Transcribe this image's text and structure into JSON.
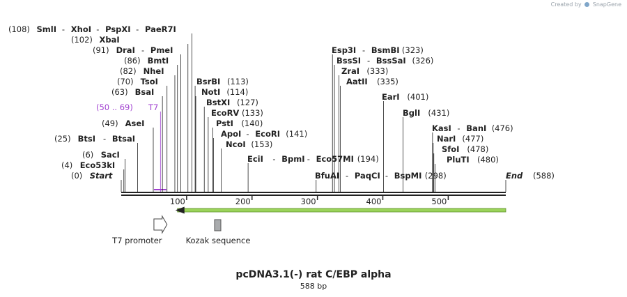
{
  "credit": "Created by",
  "credit_brand": "SnapGene",
  "title": "pcDNA3.1(-) rat C/EBP alpha",
  "length_label": "588 bp",
  "sequence_length": 588,
  "ticks": [
    100,
    200,
    300,
    400,
    500
  ],
  "left_labels": [
    {
      "pos": "(108)",
      "names": [
        "SmlI",
        "XhoI",
        "PspXI",
        "PaeR7I"
      ],
      "site": 108
    },
    {
      "pos": "(102)",
      "names": [
        "XbaI"
      ],
      "site": 102
    },
    {
      "pos": "(91)",
      "names": [
        "DraI",
        "PmeI"
      ],
      "site": 91
    },
    {
      "pos": "(86)",
      "names": [
        "BmtI"
      ],
      "site": 86
    },
    {
      "pos": "(82)",
      "names": [
        "NheI"
      ],
      "site": 82
    },
    {
      "pos": "(70)",
      "names": [
        "TsoI"
      ],
      "site": 70
    },
    {
      "pos": "(63)",
      "names": [
        "BsaI"
      ],
      "site": 63
    },
    {
      "pos": "(50 .. 69)",
      "names": [
        "T7"
      ],
      "site": 60,
      "feature": true
    },
    {
      "pos": "(49)",
      "names": [
        "AseI"
      ],
      "site": 49
    },
    {
      "pos": "(25)",
      "names": [
        "BtsI",
        "BtsaI"
      ],
      "site": 25
    },
    {
      "pos": "(6)",
      "names": [
        "SacI"
      ],
      "site": 6
    },
    {
      "pos": "(4)",
      "names": [
        "Eco53kI"
      ],
      "site": 4
    },
    {
      "pos": "(0)",
      "names": [
        "Start"
      ],
      "site": 0,
      "italic": true
    }
  ],
  "right_labels_mid": [
    {
      "names": [
        "BsrBI"
      ],
      "pos": "(113)",
      "site": 113
    },
    {
      "names": [
        "NotI"
      ],
      "pos": "(114)",
      "site": 114
    },
    {
      "names": [
        "BstXI"
      ],
      "pos": "(127)",
      "site": 127
    },
    {
      "names": [
        "EcoRV"
      ],
      "pos": "(133)",
      "site": 133
    },
    {
      "names": [
        "PstI"
      ],
      "pos": "(140)",
      "site": 140
    },
    {
      "names": [
        "ApoI",
        "EcoRI"
      ],
      "pos": "(141)",
      "site": 141
    },
    {
      "names": [
        "NcoI"
      ],
      "pos": "(153)",
      "site": 153
    },
    {
      "names": [
        "EciI",
        "BpmI",
        "Eco57MI"
      ],
      "pos": "(194)",
      "site": 194
    }
  ],
  "right_labels_upper": [
    {
      "names": [
        "Esp3I",
        "BsmBI"
      ],
      "pos": "(323)",
      "site": 323
    },
    {
      "names": [
        "BssSI",
        "BssSaI"
      ],
      "pos": "(326)",
      "site": 326
    },
    {
      "names": [
        "ZraI"
      ],
      "pos": "(333)",
      "site": 333
    },
    {
      "names": [
        "AatII"
      ],
      "pos": "(335)",
      "site": 335
    },
    {
      "names": [
        "EarI"
      ],
      "pos": "(401)",
      "site": 401
    },
    {
      "names": [
        "BglI"
      ],
      "pos": "(431)",
      "site": 431
    }
  ],
  "right_labels_bottom": [
    {
      "names": [
        "BfuAI",
        "PaqCI",
        "BspMI"
      ],
      "pos": "(298)",
      "site": 298
    }
  ],
  "right_labels_far": [
    {
      "names": [
        "KasI",
        "BanI"
      ],
      "pos": "(476)",
      "site": 476
    },
    {
      "names": [
        "NarI"
      ],
      "pos": "(477)",
      "site": 477
    },
    {
      "names": [
        "SfoI"
      ],
      "pos": "(478)",
      "site": 478
    },
    {
      "names": [
        "PluTI"
      ],
      "pos": "(480)",
      "site": 480
    }
  ],
  "end_label": {
    "names": [
      "End"
    ],
    "pos": "(588)",
    "site": 588
  },
  "features": [
    {
      "name": "T7 promoter",
      "start": 50,
      "end": 69,
      "shape": "arrow",
      "color": "#ffffff"
    },
    {
      "name": "Kozak sequence",
      "start": 147,
      "end": 156,
      "shape": "box",
      "color": "#a9abad"
    }
  ],
  "orf": {
    "start": 86,
    "end": 588,
    "direction": "reverse",
    "color": "#9bd35a"
  },
  "colors": {
    "backbone": "#222222",
    "feature_label": "#a040d0",
    "orf": "#9bd35a"
  }
}
